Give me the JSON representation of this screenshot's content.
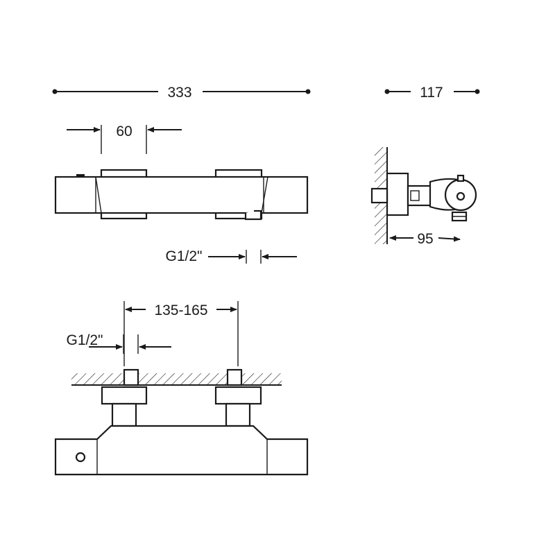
{
  "dimensions": {
    "overall_width": "333",
    "overall_depth": "117",
    "handle_width": "60",
    "outlet_thread": "G1/2\"",
    "wall_projection": "95",
    "centers_range": "135-165",
    "inlet_thread": "G1/2\""
  },
  "colors": {
    "line": "#1a1a1a",
    "background": "#ffffff"
  }
}
